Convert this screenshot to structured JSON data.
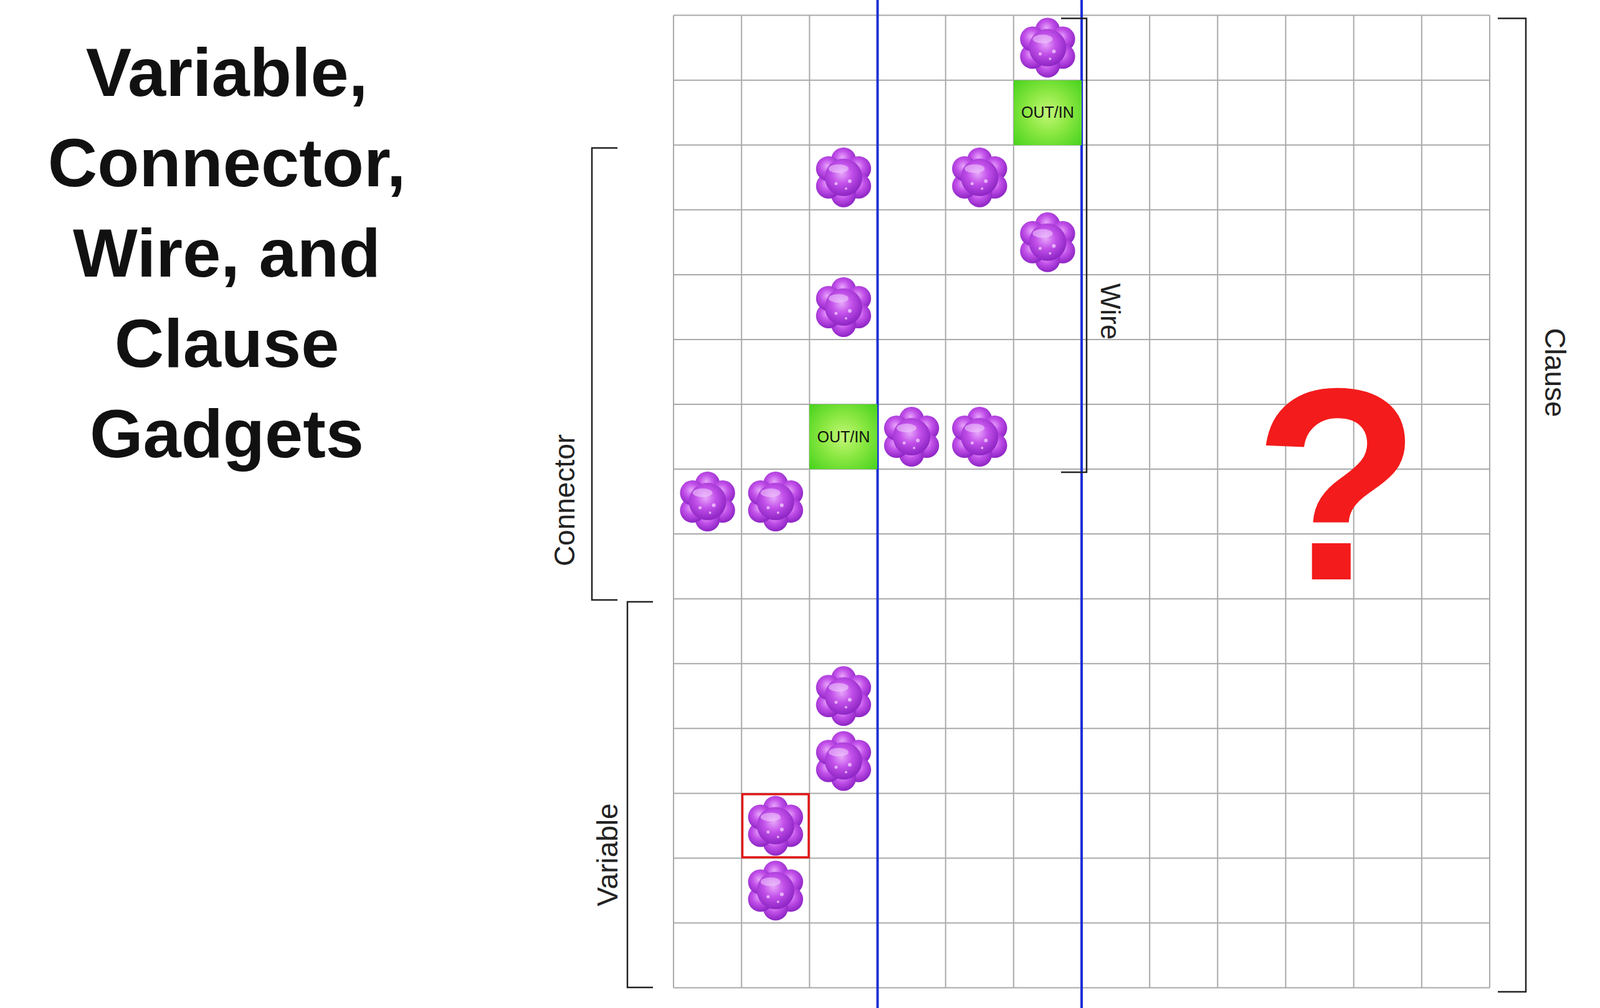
{
  "diagram": {
    "title": "Variable, Connector, Wire, and Clause Gadgets",
    "nodes": [
      {
        "text": [
          "OUT/IN"
        ]
      },
      {
        "text": [
          "OUT/IN"
        ]
      }
    ],
    "labels": [
      "Connector",
      "Wire",
      "Clause",
      "Variable",
      "?"
    ]
  }
}
